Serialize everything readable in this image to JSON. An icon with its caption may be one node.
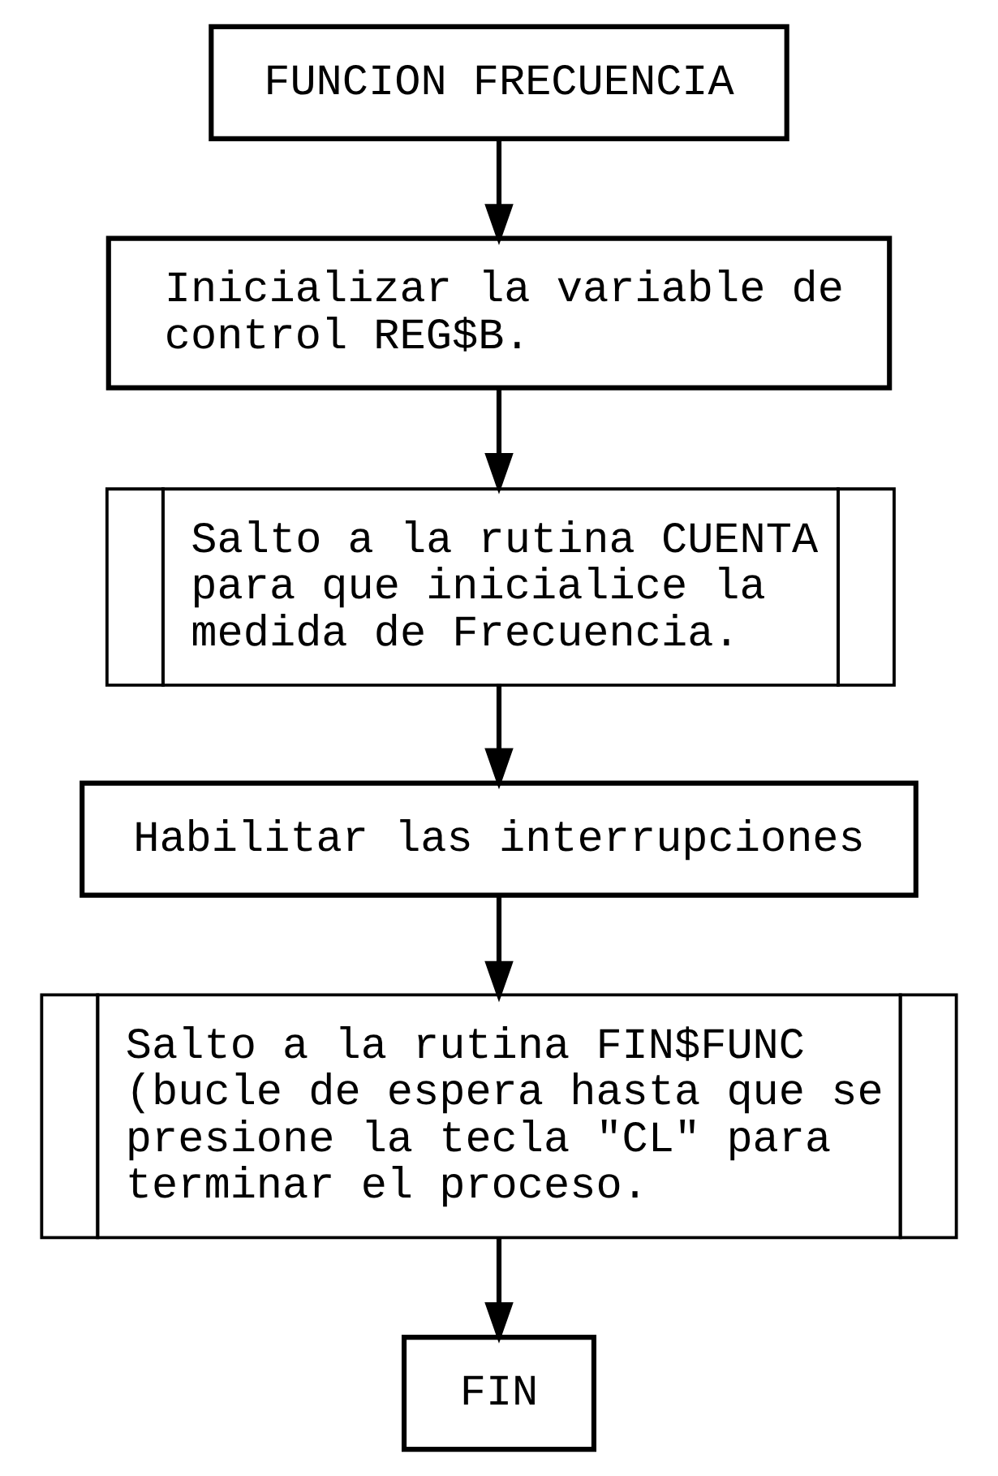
{
  "diagram": {
    "nodes": [
      {
        "text": [
          "FUNCION FRECUENCIA"
        ]
      },
      {
        "text": [
          "Inicializar la variable de control REG$B."
        ]
      },
      {
        "text": [
          "Salto a la rutina CUENTA para que inicialice la medida de Frecuencia."
        ]
      },
      {
        "text": [
          "Habilitar las interrupciones"
        ]
      },
      {
        "text": [
          "Salto a la rutina FIN$FUNC (bucle de espera hasta que se presione la tecla \"CL\" para terminar el proceso."
        ]
      },
      {
        "text": [
          "FIN"
        ]
      }
    ],
    "edges": [
      {
        "from": 0,
        "to": 1,
        "arrow": "to"
      },
      {
        "from": 1,
        "to": 2,
        "arrow": "to"
      },
      {
        "from": 2,
        "to": 3,
        "arrow": "to"
      },
      {
        "from": 3,
        "to": 4,
        "arrow": "to"
      },
      {
        "from": 4,
        "to": 5,
        "arrow": "to"
      }
    ]
  }
}
